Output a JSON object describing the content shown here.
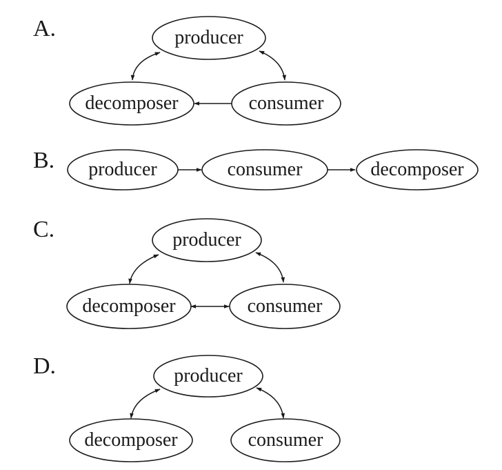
{
  "options": [
    {
      "letter": "A.",
      "nodes": {
        "producer": "producer",
        "consumer": "consumer",
        "decomposer": "decomposer"
      },
      "edges": [
        {
          "from": "producer",
          "to": "decomposer",
          "bidirectional": true
        },
        {
          "from": "producer",
          "to": "consumer",
          "bidirectional": true
        },
        {
          "from": "consumer",
          "to": "decomposer",
          "bidirectional": false
        }
      ]
    },
    {
      "letter": "B.",
      "nodes": {
        "producer": "producer",
        "consumer": "consumer",
        "decomposer": "decomposer"
      },
      "edges": [
        {
          "from": "producer",
          "to": "consumer",
          "bidirectional": false
        },
        {
          "from": "consumer",
          "to": "decomposer",
          "bidirectional": false
        }
      ]
    },
    {
      "letter": "C.",
      "nodes": {
        "producer": "producer",
        "consumer": "consumer",
        "decomposer": "decomposer"
      },
      "edges": [
        {
          "from": "producer",
          "to": "decomposer",
          "bidirectional": true
        },
        {
          "from": "producer",
          "to": "consumer",
          "bidirectional": true
        },
        {
          "from": "decomposer",
          "to": "consumer",
          "bidirectional": true
        }
      ]
    },
    {
      "letter": "D.",
      "nodes": {
        "producer": "producer",
        "consumer": "consumer",
        "decomposer": "decomposer"
      },
      "edges": [
        {
          "from": "producer",
          "to": "decomposer",
          "bidirectional": true
        },
        {
          "from": "producer",
          "to": "consumer",
          "bidirectional": true
        }
      ]
    }
  ]
}
